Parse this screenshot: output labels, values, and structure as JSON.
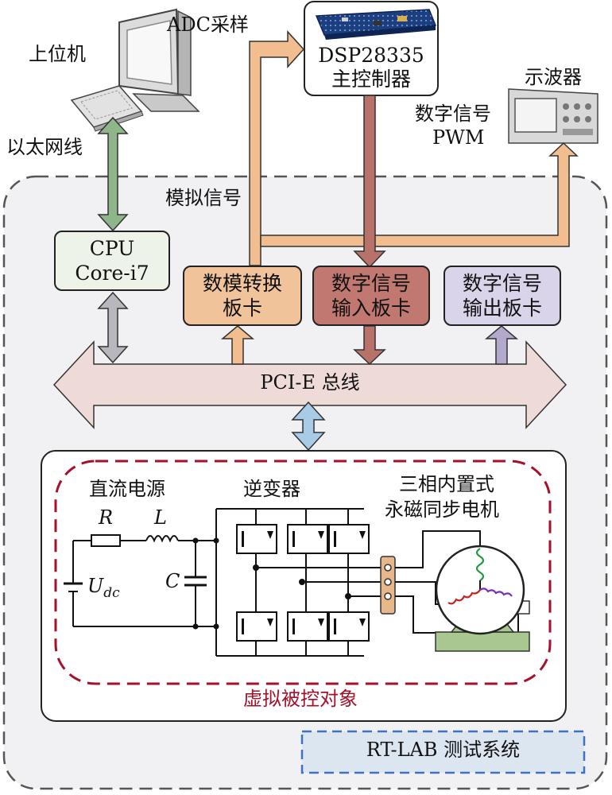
{
  "host": {
    "label": "上位机"
  },
  "ethernet": {
    "label": "以太网线"
  },
  "adc": {
    "label": "ADC采样"
  },
  "dsp": {
    "line1": "DSP28335",
    "line2": "主控制器"
  },
  "oscilloscope": {
    "label": "示波器"
  },
  "digital_pwm": {
    "line1": "数字信号",
    "line2": "PWM"
  },
  "analog": {
    "label": "模拟信号"
  },
  "cpu": {
    "line1": "CPU",
    "line2": "Core-i7"
  },
  "dac_board": {
    "line1": "数模转换",
    "line2": "板卡"
  },
  "din_board": {
    "line1": "数字信号",
    "line2": "输入板卡"
  },
  "dout_board": {
    "line1": "数字信号",
    "line2": "输出板卡"
  },
  "bus": {
    "label": "PCI-E 总线"
  },
  "dc_source": {
    "label": "直流电源"
  },
  "inverter": {
    "label": "逆变器"
  },
  "motor": {
    "line1": "三相内置式",
    "line2": "永磁同步电机"
  },
  "components": {
    "R": "R",
    "L": "L",
    "C": "C",
    "U": "U",
    "U_sub": "dc"
  },
  "virtual_plant": {
    "label": "虚拟被控对象"
  },
  "rtlab": {
    "label": "RT-LAB 测试系统"
  },
  "colors": {
    "eth_arrow": "#8fb58a",
    "adc_arrow": "#f2bd8f",
    "pwm_arrow": "#b8726a",
    "dout_arrow": "#b3a9cc",
    "cpu_arrow": "#b7b7bd",
    "bus": "#eedad6",
    "bus_link": "#a8cbe8",
    "cpu_box": "#eef3ea",
    "dac_box": "#f0c39b",
    "din_box": "#c07870",
    "dout_box": "#d9d4ea",
    "rtlab_box": "#dce6f1",
    "outer_bg": "#f1f1f3",
    "plant_dash": "#a3122a",
    "rtlab_dash": "#3d72c4",
    "coil_green": "#1f9a3a",
    "coil_red": "#c82020",
    "coil_purple": "#7b2fb0",
    "motor_base": "#a8c890",
    "terminal": "#e9b88a"
  }
}
